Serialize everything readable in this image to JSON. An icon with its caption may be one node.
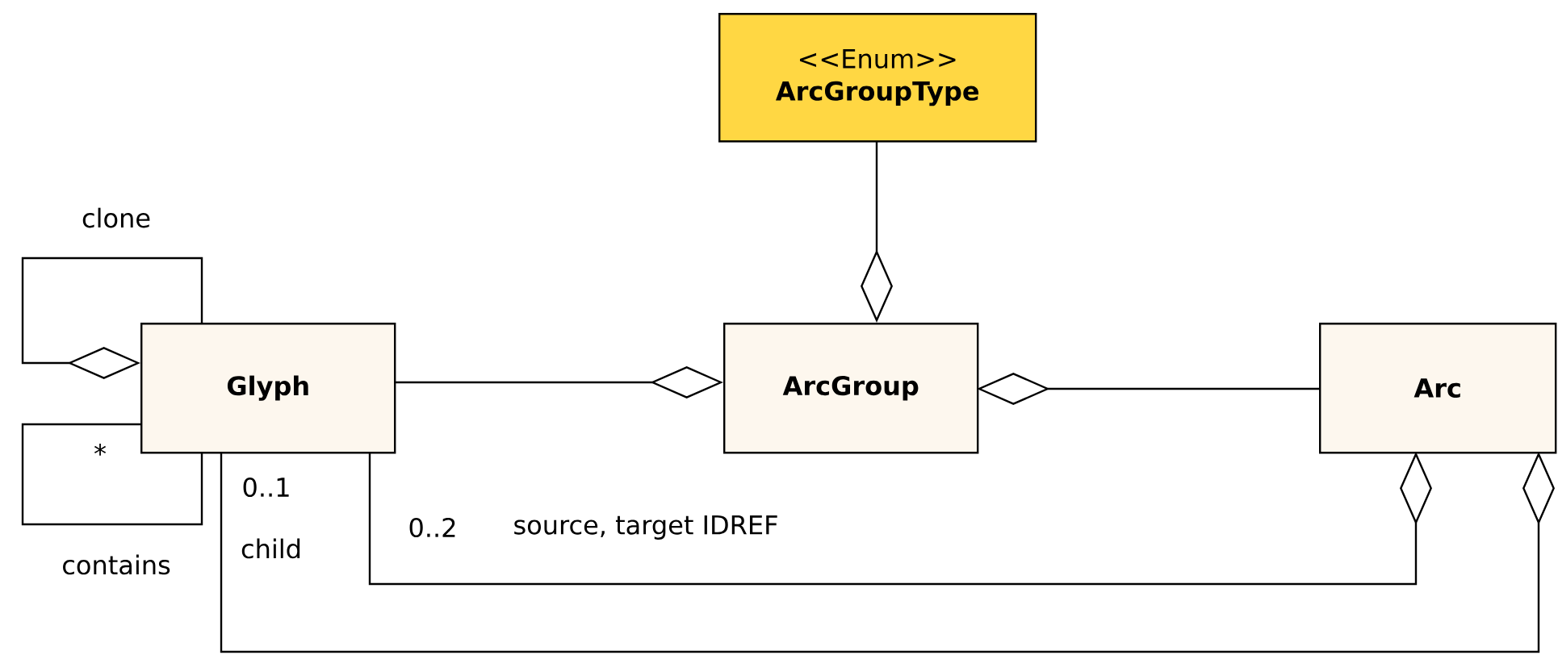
{
  "diagram": {
    "nodes": [
      {
        "text": [
          "<<Enum>>",
          "ArcGroupType"
        ]
      },
      {
        "text": [
          "Glyph"
        ]
      },
      {
        "text": [
          "ArcGroup"
        ]
      },
      {
        "text": [
          "Arc"
        ]
      }
    ],
    "edges": [
      {
        "from": 0,
        "to": 2,
        "arrow": "other"
      },
      {
        "from": 1,
        "to": 1,
        "arrow": "other",
        "label": "clone"
      },
      {
        "from": 1,
        "to": 1,
        "arrow": "none",
        "label": "contains"
      },
      {
        "from": 1,
        "to": 2,
        "arrow": "other"
      },
      {
        "from": 3,
        "to": 2,
        "arrow": "other"
      },
      {
        "from": 1,
        "to": 3,
        "arrow": "other",
        "label": "source, target IDREF"
      },
      {
        "from": 1,
        "to": 3,
        "arrow": "other",
        "label": "child"
      }
    ],
    "labels": [
      "*",
      "0..1",
      "0..2"
    ]
  }
}
